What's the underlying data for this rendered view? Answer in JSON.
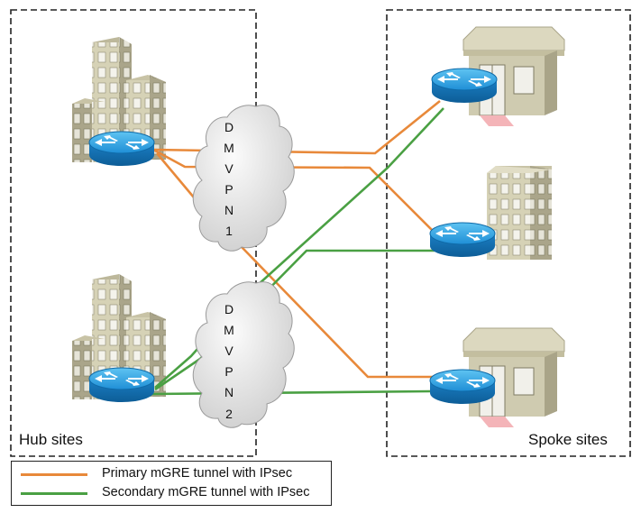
{
  "diagram": {
    "hub_label": "Hub sites",
    "spoke_label": "Spoke sites",
    "clouds": [
      {
        "letters": [
          "D",
          "M",
          "V",
          "P",
          "N"
        ],
        "number": "1"
      },
      {
        "letters": [
          "D",
          "M",
          "V",
          "P",
          "N"
        ],
        "number": "2"
      }
    ],
    "legend": [
      {
        "label": "Primary mGRE tunnel with IPsec",
        "color": "#e8893a"
      },
      {
        "label": "Secondary mGRE tunnel with IPsec",
        "color": "#4aa043"
      }
    ],
    "colors": {
      "primary": "#e8893a",
      "secondary": "#4aa043",
      "router": "#1f8fd6",
      "building": "#c9c4a7",
      "cloud": "#e2e2e2"
    },
    "icons": [
      "hub-building-icon",
      "router-icon",
      "spoke-storefront-icon",
      "spoke-building-icon",
      "cloud-icon"
    ]
  }
}
